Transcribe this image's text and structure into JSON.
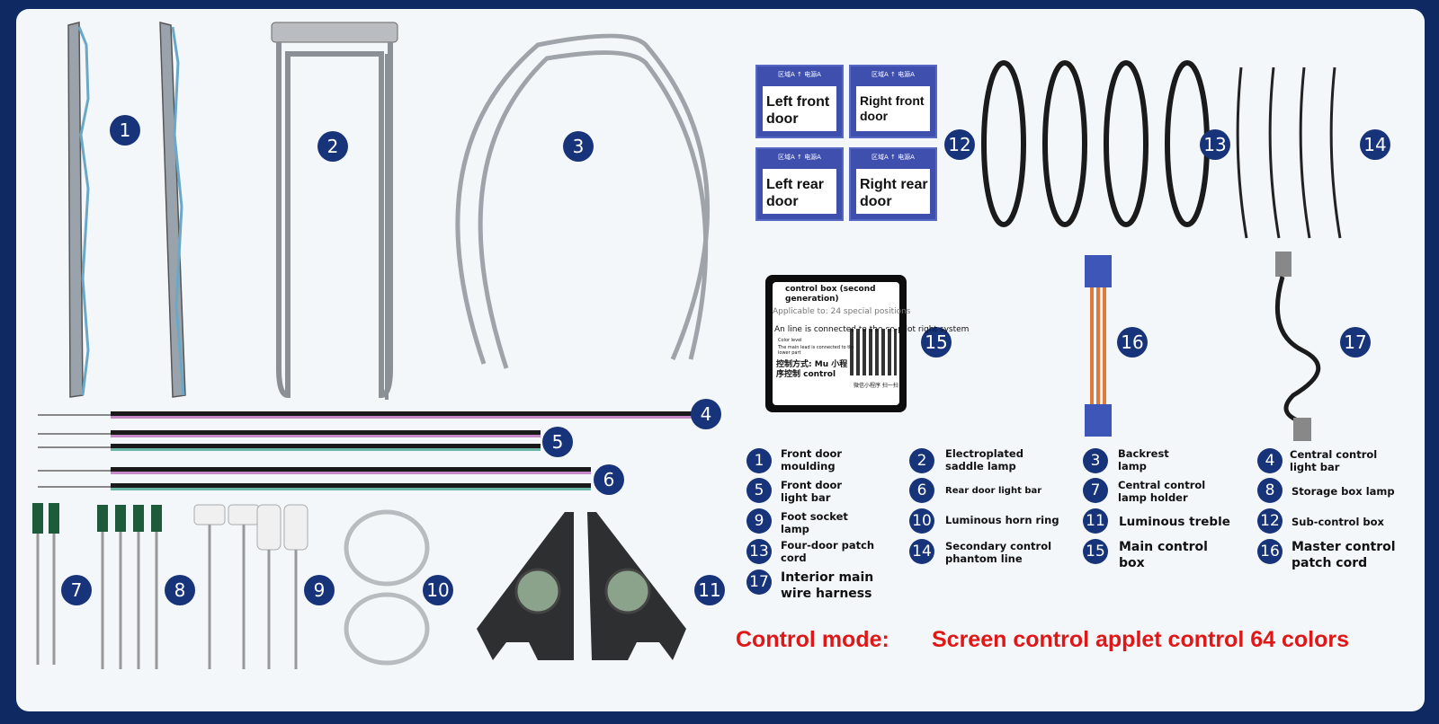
{
  "colors": {
    "frame": "#0f2a63",
    "badge": "#17337a",
    "panel": "#f4f7fa",
    "red": "#e01717",
    "door_label_bg": "#3e4fae"
  },
  "door_labels": [
    {
      "header": "区域A ↑ 电源A",
      "text": "Left front door"
    },
    {
      "header": "区域A ↑ 电源A",
      "text": "Right front door"
    },
    {
      "header": "区域A ↑ 电源A",
      "text": "Left rear door"
    },
    {
      "header": "区域A ↑ 电源A",
      "text": "Right rear door"
    }
  ],
  "control_box": {
    "line1": "control box (second generation)",
    "line2": "Applicable to: 24 special positions",
    "line3": "An line is connected to the co-pilot right system",
    "line4": "Color level",
    "line5": "The main lead is connected to the lower part",
    "line6": "控制方式: Mu 小程序控制 control",
    "line7": "微信小程序 扫一扫"
  },
  "product_badges": [
    "1",
    "2",
    "3",
    "4",
    "5",
    "6",
    "7",
    "8",
    "9",
    "10",
    "11",
    "12",
    "13",
    "14",
    "15",
    "16",
    "17"
  ],
  "legend": [
    {
      "num": "1",
      "text": "Front door moulding"
    },
    {
      "num": "2",
      "text": "Electroplated saddle lamp"
    },
    {
      "num": "3",
      "text": "Backrest lamp"
    },
    {
      "num": "4",
      "text": "Central control light bar"
    },
    {
      "num": "5",
      "text": "Front door light bar"
    },
    {
      "num": "6",
      "text": "Rear door light bar"
    },
    {
      "num": "7",
      "text": "Central control lamp holder"
    },
    {
      "num": "8",
      "text": "Storage box lamp"
    },
    {
      "num": "9",
      "text": "Foot socket lamp"
    },
    {
      "num": "10",
      "text": "Luminous horn ring"
    },
    {
      "num": "11",
      "text": "Luminous treble"
    },
    {
      "num": "12",
      "text": "Sub-control box"
    },
    {
      "num": "13",
      "text": "Four-door patch cord"
    },
    {
      "num": "14",
      "text": "Secondary control phantom line"
    },
    {
      "num": "15",
      "text": "Main control box"
    },
    {
      "num": "16",
      "text": "Master control patch cord"
    },
    {
      "num": "17",
      "text": "Interior main wire harness"
    }
  ],
  "control_mode": {
    "label": "Control mode:",
    "value": "Screen control applet control 64 colors"
  }
}
